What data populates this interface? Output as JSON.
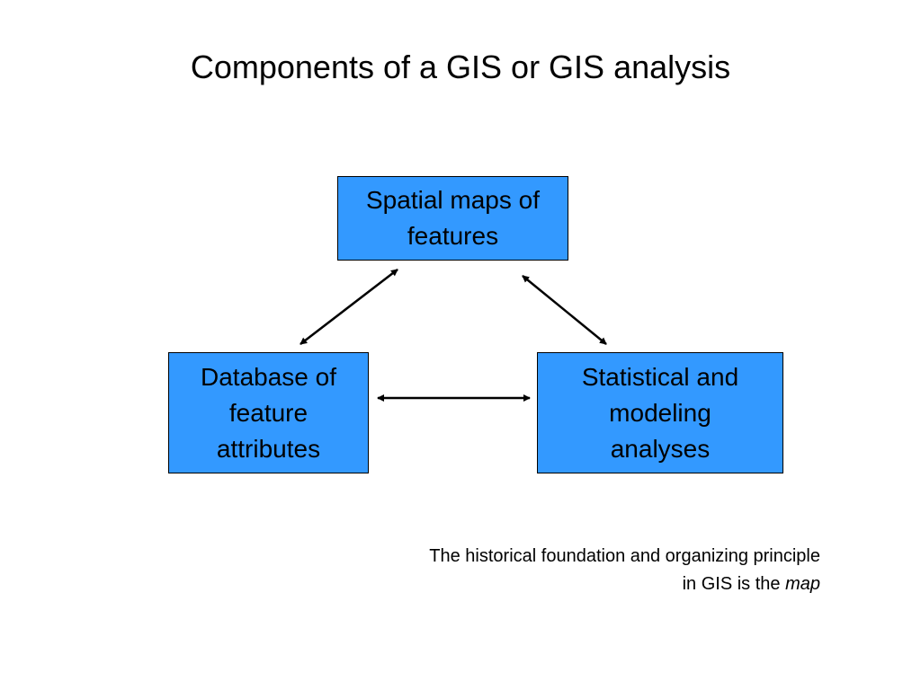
{
  "slide": {
    "title": "Components of a GIS or GIS analysis"
  },
  "diagram": {
    "boxes": {
      "spatial": {
        "line1": "Spatial maps of",
        "line2": "features"
      },
      "database": {
        "line1": "Database of",
        "line2": "feature",
        "line3": "attributes"
      },
      "stats": {
        "line1": "Statistical and",
        "line2": "modeling",
        "line3": "analyses"
      }
    },
    "box_fill_color": "#3399ff",
    "arrow_color": "#000000"
  },
  "caption": {
    "line1": "The historical foundation and organizing principle",
    "line2_prefix": "in GIS is the ",
    "line2_emphasis": "map"
  }
}
